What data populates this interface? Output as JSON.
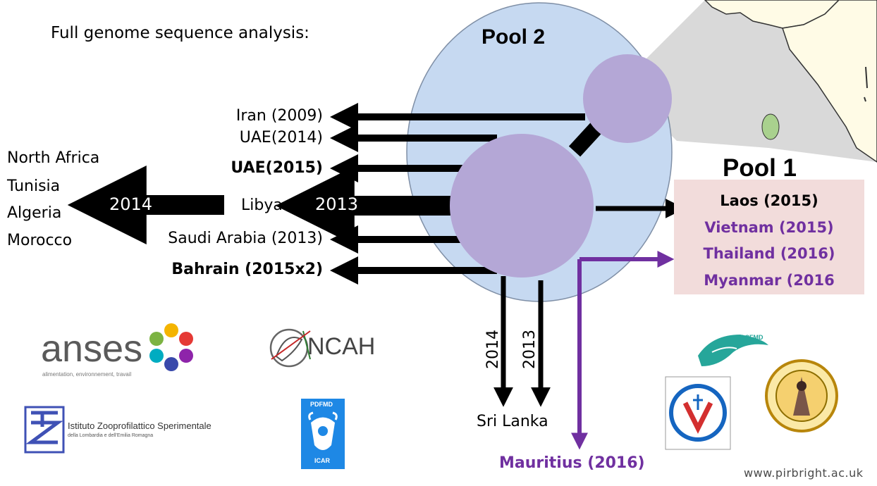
{
  "heading": "Full genome sequence analysis:",
  "pool2_label": "Pool 2",
  "pool1_label": "Pool 1",
  "left_destinations": {
    "iran": "Iran (2009)",
    "uae2014": "UAE(2014)",
    "uae2015": "UAE(2015)",
    "libya": "Libya",
    "libya_year": "2013",
    "saudi": "Saudi Arabia (2013)",
    "bahrain": "Bahrain (2015x2)"
  },
  "north_africa": {
    "year": "2014",
    "lines": [
      "North Africa",
      "Tunisia",
      "Algeria",
      "Morocco"
    ]
  },
  "pool1_countries": [
    {
      "label": "Laos (2015)",
      "color": "#000000"
    },
    {
      "label": "Vietnam (2015)",
      "color": "#7030a0"
    },
    {
      "label": "Thailand (2016)",
      "color": "#7030a0"
    },
    {
      "label": "Myanmar (2016",
      "color": "#7030a0"
    }
  ],
  "sri_lanka": {
    "label": "Sri Lanka",
    "year_a": "2014",
    "year_b": "2013"
  },
  "mauritius": "Mauritius (2016)",
  "logos": {
    "anses": "anses",
    "anses_tagline": "alimentation, environnement, travail",
    "ncah": "NCAH",
    "izs_line1": "Istituto Zooprofilattico Sperimentale",
    "izs_line2": "della Lombardia e dell'Emilia Romagna",
    "pdfmd_top": "PDFMD",
    "pdfmd_bottom": "ICAR",
    "seacfmd": "SEACFMD"
  },
  "website": "www.pirbright.ac.uk",
  "colors": {
    "pool2_fill": "#c6d9f1",
    "node_fill": "#b4a7d6",
    "purple": "#7030a0",
    "pool1_box": "#f2dcdb",
    "map_land": "#fffbe6",
    "map_sea": "#d9d9d9"
  }
}
